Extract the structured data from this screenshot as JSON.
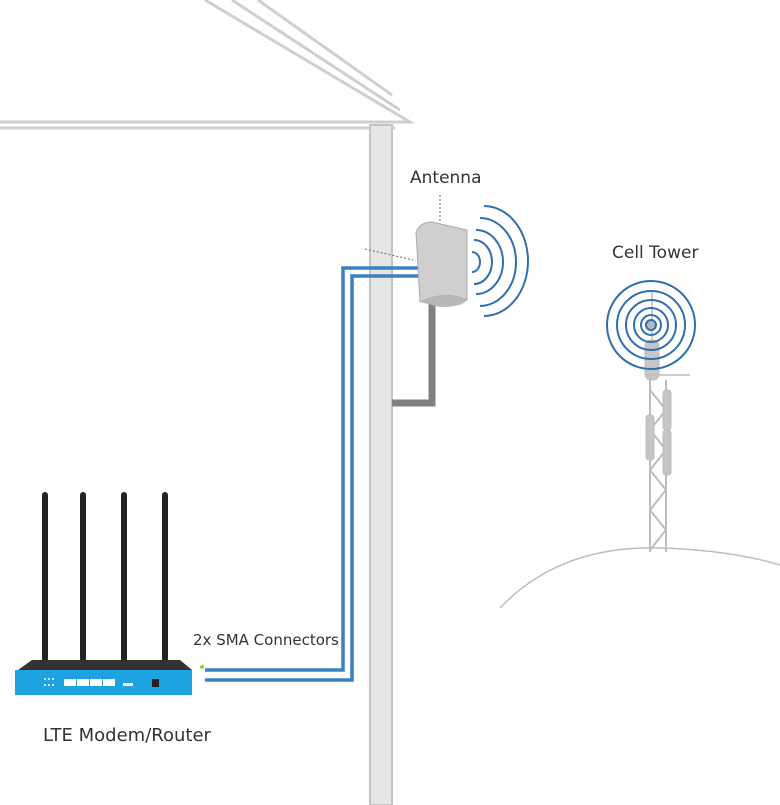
{
  "labels": {
    "antenna": "Antenna",
    "cell_tower": "Cell Tower",
    "connectors": "2x SMA Connectors",
    "router": "LTE Modem/Router"
  },
  "colors": {
    "cable": "#3b7fc4",
    "signal": "#2f6fb0",
    "router_body": "#1ea2e2",
    "structure": "#c8c8c8"
  }
}
